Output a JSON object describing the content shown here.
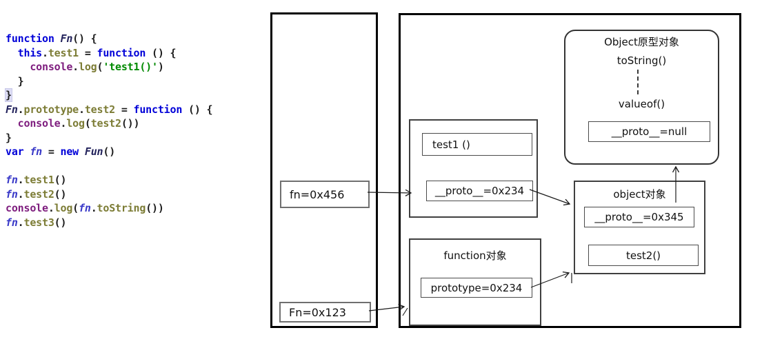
{
  "code": {
    "lines": [
      {
        "tokens": [
          {
            "t": "function",
            "c": "kw"
          },
          {
            "t": " ",
            "c": "pl"
          },
          {
            "t": "Fn",
            "c": "fname"
          },
          {
            "t": "() {",
            "c": "pl"
          }
        ]
      },
      {
        "tokens": [
          {
            "t": "  ",
            "c": "pl"
          },
          {
            "t": "this",
            "c": "kw"
          },
          {
            "t": ".",
            "c": "pl"
          },
          {
            "t": "test1",
            "c": "member"
          },
          {
            "t": " = ",
            "c": "pl"
          },
          {
            "t": "function",
            "c": "kw"
          },
          {
            "t": " () {",
            "c": "pl"
          }
        ]
      },
      {
        "tokens": [
          {
            "t": "    ",
            "c": "pl"
          },
          {
            "t": "console",
            "c": "obj"
          },
          {
            "t": ".",
            "c": "pl"
          },
          {
            "t": "log",
            "c": "member"
          },
          {
            "t": "(",
            "c": "pl"
          },
          {
            "t": "'test1()'",
            "c": "str"
          },
          {
            "t": ")",
            "c": "pl"
          }
        ]
      },
      {
        "tokens": [
          {
            "t": "  }",
            "c": "pl"
          }
        ]
      },
      {
        "tokens": [
          {
            "t": "}",
            "c": "bracehl"
          }
        ]
      },
      {
        "tokens": [
          {
            "t": "Fn",
            "c": "fname"
          },
          {
            "t": ".",
            "c": "pl"
          },
          {
            "t": "prototype",
            "c": "member"
          },
          {
            "t": ".",
            "c": "pl"
          },
          {
            "t": "test2",
            "c": "member"
          },
          {
            "t": " = ",
            "c": "pl"
          },
          {
            "t": "function",
            "c": "kw"
          },
          {
            "t": " () {",
            "c": "pl"
          }
        ]
      },
      {
        "tokens": [
          {
            "t": "  ",
            "c": "pl"
          },
          {
            "t": "console",
            "c": "obj"
          },
          {
            "t": ".",
            "c": "pl"
          },
          {
            "t": "log",
            "c": "member"
          },
          {
            "t": "(",
            "c": "pl"
          },
          {
            "t": "test2",
            "c": "member"
          },
          {
            "t": "())",
            "c": "pl"
          }
        ]
      },
      {
        "tokens": [
          {
            "t": "}",
            "c": "pl"
          }
        ]
      },
      {
        "tokens": [
          {
            "t": "var",
            "c": "kw"
          },
          {
            "t": " ",
            "c": "pl"
          },
          {
            "t": "fn",
            "c": "varname"
          },
          {
            "t": " = ",
            "c": "pl"
          },
          {
            "t": "new",
            "c": "kw"
          },
          {
            "t": " ",
            "c": "pl"
          },
          {
            "t": "Fun",
            "c": "fname"
          },
          {
            "t": "()",
            "c": "pl"
          }
        ]
      },
      {
        "tokens": []
      },
      {
        "tokens": [
          {
            "t": "fn",
            "c": "varname"
          },
          {
            "t": ".",
            "c": "pl"
          },
          {
            "t": "test1",
            "c": "member"
          },
          {
            "t": "()",
            "c": "pl"
          }
        ]
      },
      {
        "tokens": [
          {
            "t": "fn",
            "c": "varname"
          },
          {
            "t": ".",
            "c": "pl"
          },
          {
            "t": "test2",
            "c": "member"
          },
          {
            "t": "()",
            "c": "pl"
          }
        ]
      },
      {
        "tokens": [
          {
            "t": "console",
            "c": "obj"
          },
          {
            "t": ".",
            "c": "pl"
          },
          {
            "t": "log",
            "c": "member"
          },
          {
            "t": "(",
            "c": "pl"
          },
          {
            "t": "fn",
            "c": "varname"
          },
          {
            "t": ".",
            "c": "pl"
          },
          {
            "t": "toString",
            "c": "member"
          },
          {
            "t": "())",
            "c": "pl"
          }
        ]
      },
      {
        "tokens": [
          {
            "t": "fn",
            "c": "varname"
          },
          {
            "t": ".",
            "c": "pl"
          },
          {
            "t": "test3",
            "c": "member"
          },
          {
            "t": "()",
            "c": "pl"
          }
        ]
      }
    ]
  },
  "stack": {
    "items": [
      {
        "label": "fn=0x456"
      },
      {
        "label": "Fn=0x123"
      }
    ]
  },
  "heap": {
    "object_prototype": {
      "title": "Object原型对象",
      "method_top": "toString()",
      "method_bottom": "valueof()",
      "proto_field": "__proto__=null"
    },
    "fn_instance": {
      "field_test": "test1 ()",
      "field_proto": "__proto__=0x234"
    },
    "function_object": {
      "title": "function对象",
      "field_proto": "prototype=0x234"
    },
    "object_object": {
      "title": "object对象",
      "field_proto": "__proto__=0x345",
      "field_test": "test2()"
    }
  },
  "palette": {
    "keyword": "#0000d8",
    "member": "#7c7c35",
    "console_object": "#7e1d7e",
    "string": "#008a00",
    "identifier_italic": "#23235c",
    "var_fn_italic": "#3939c8",
    "diagram_line": "#1a1a1a",
    "brace_highlight_bg": "#dcdcf4"
  }
}
